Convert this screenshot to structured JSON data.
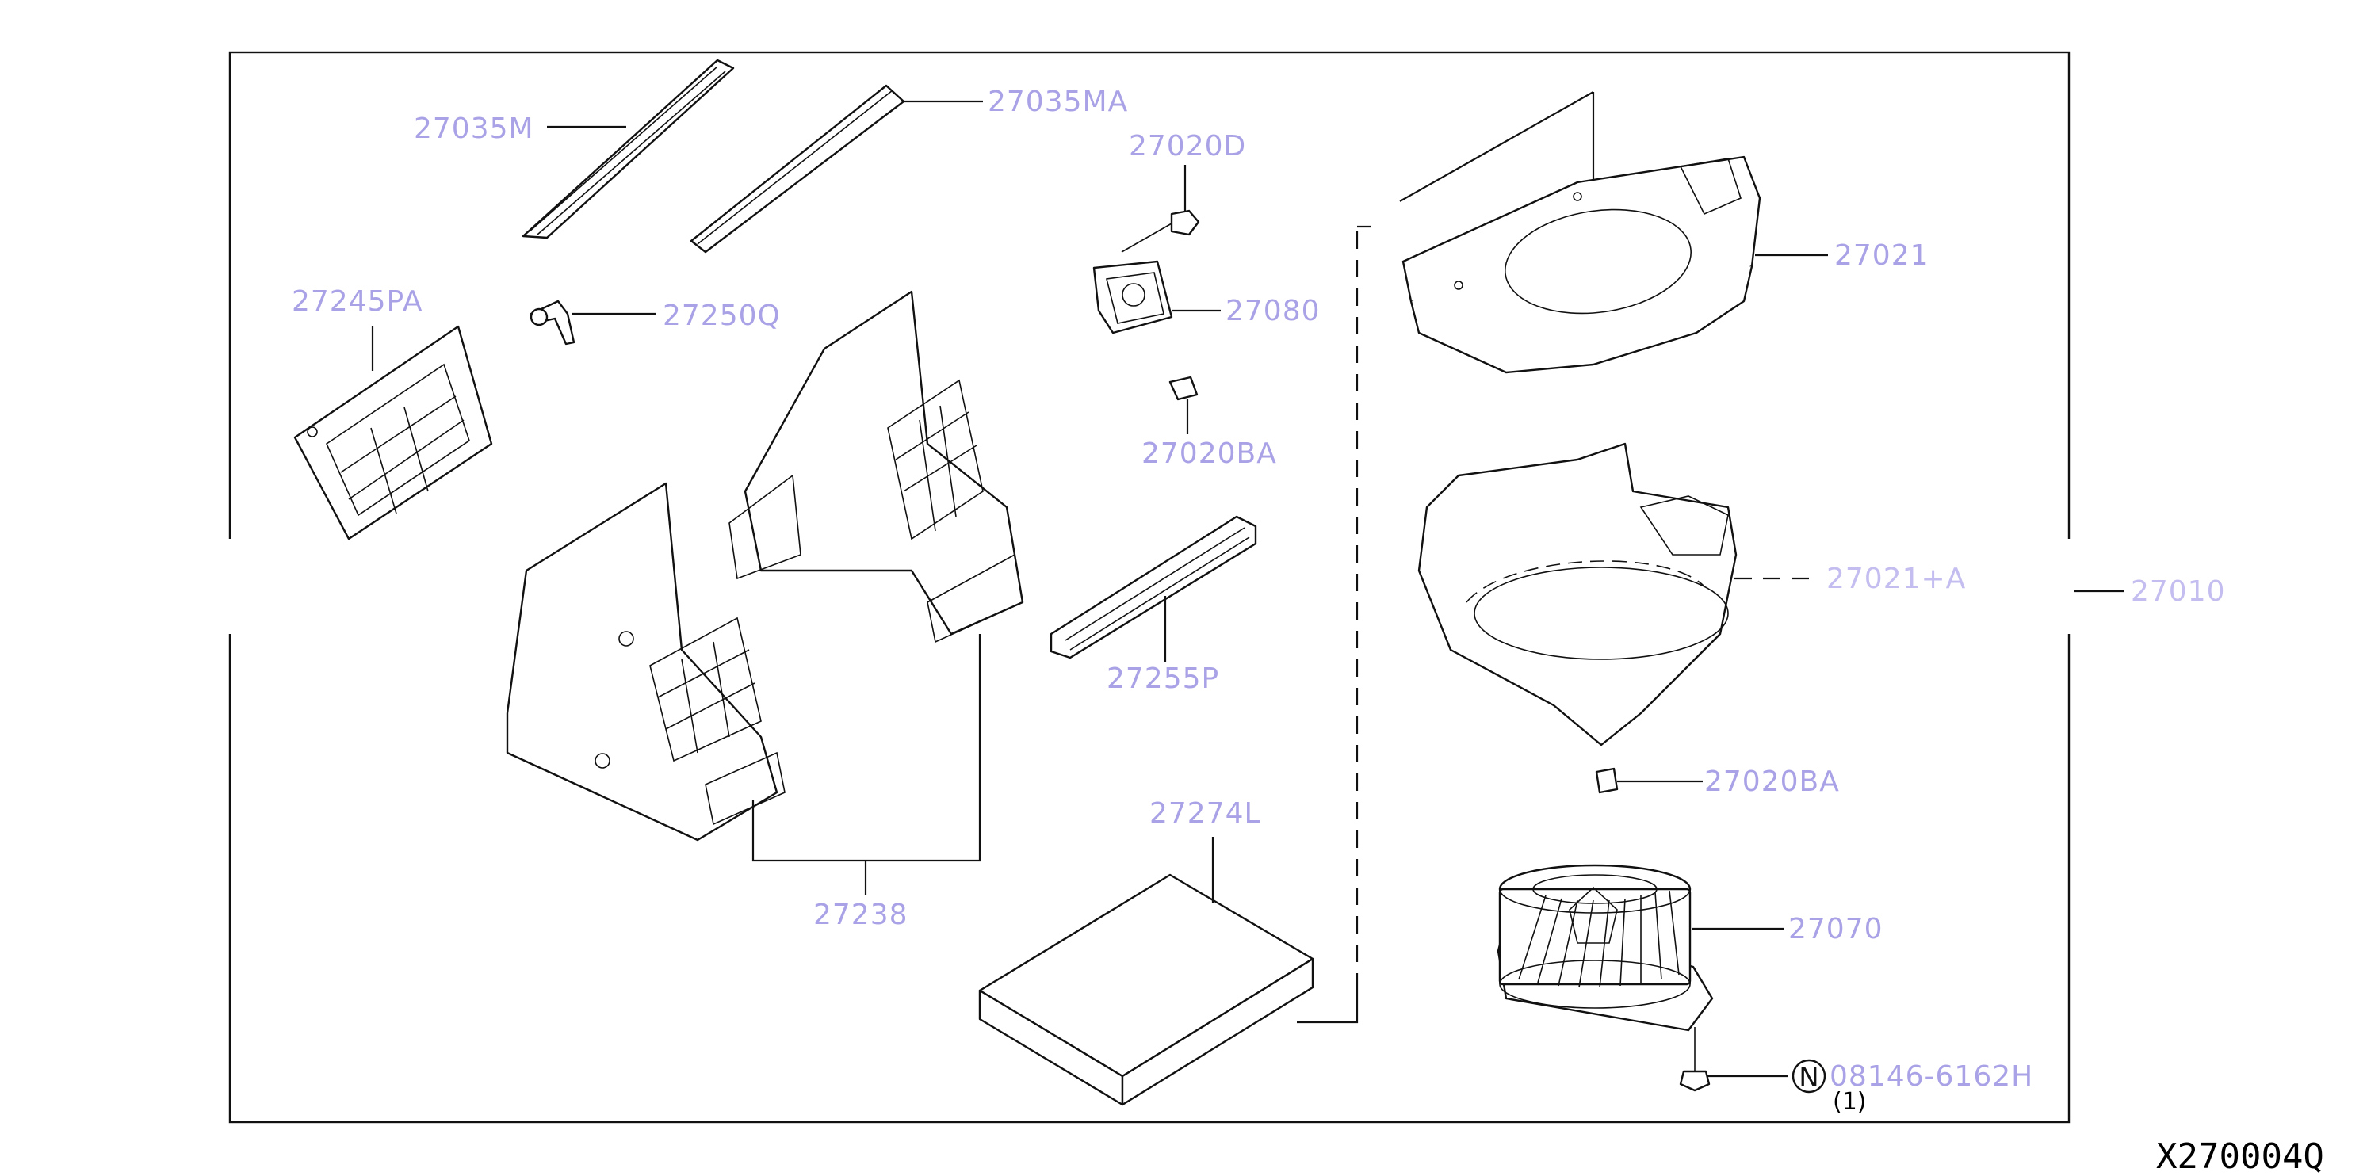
{
  "diagram_id": "X270004Q",
  "labels": {
    "p27035M": "27035M",
    "p27035MA": "27035MA",
    "p27020D": "27020D",
    "p27245PA": "27245PA",
    "p27250Q": "27250Q",
    "p27080": "27080",
    "p27021": "27021",
    "p27020BA_top": "27020BA",
    "p27021A": "27021+A",
    "p27010": "27010",
    "p27255P": "27255P",
    "p27020BA_bottom": "27020BA",
    "p27274L": "27274L",
    "p27238": "27238",
    "p27070": "27070",
    "p08146": "08146-6162H"
  },
  "fastener_marker": "N",
  "quantity_note": "(1)"
}
